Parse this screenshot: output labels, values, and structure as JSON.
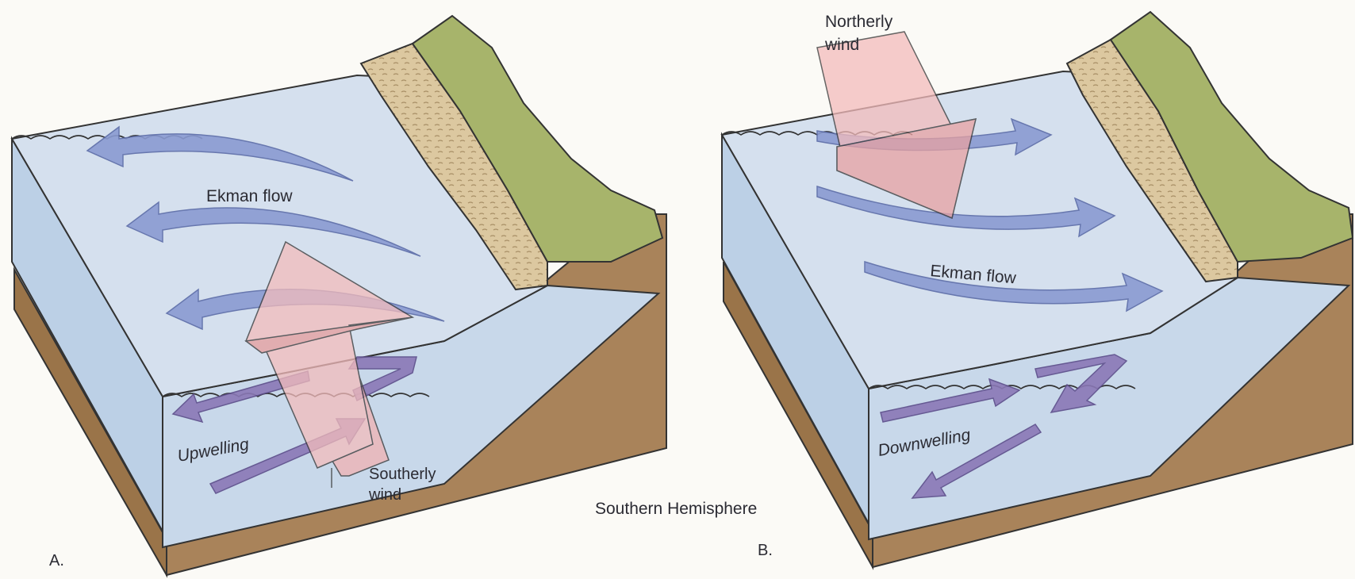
{
  "caption": "Southern Hemisphere",
  "panels": [
    {
      "id": "A",
      "label": "A.",
      "flow_label": "Ekman flow",
      "vertical_label": "Upwelling",
      "wind_label_line1": "Southerly",
      "wind_label_line2": "wind"
    },
    {
      "id": "B",
      "label": "B.",
      "flow_label": "Ekman flow",
      "vertical_label": "Downwelling",
      "wind_label_line1": "Northerly",
      "wind_label_line2": "wind"
    }
  ],
  "colors": {
    "water_surface": "#d5e0ee",
    "water_front": "#bcd0e6",
    "seafloor": "#a9835a",
    "land_green": "#a7b46b",
    "cliff": "#dcc8a0",
    "ekman_arrow": "#8a9bd2",
    "deep_arrow": "#8a78b6",
    "wind_arrow": "#f0b2b2"
  }
}
